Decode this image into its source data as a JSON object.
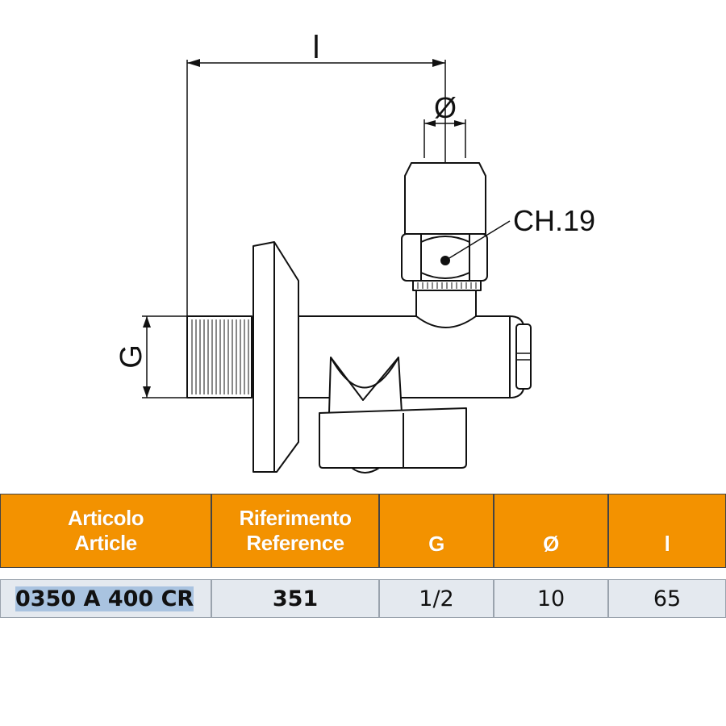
{
  "drawing": {
    "dimension_l": "l",
    "dimension_diameter": "Ø",
    "dimension_g": "G",
    "wrench_size": "CH.19"
  },
  "table": {
    "headers": [
      {
        "line1": "Articolo",
        "line2": "Article"
      },
      {
        "line1": "Riferimento",
        "line2": "Reference"
      },
      {
        "line1": "",
        "line2": "G"
      },
      {
        "line1": "",
        "line2": "Ø"
      },
      {
        "line1": "",
        "line2": "l"
      }
    ],
    "row": {
      "article": "0350 A 400 CR",
      "reference": "351",
      "g": "1/2",
      "diameter": "10",
      "l": "65"
    }
  },
  "colors": {
    "header_bg": "#f39200",
    "row_bg": "#e4e9ef",
    "highlight": "#a9c3e0"
  }
}
